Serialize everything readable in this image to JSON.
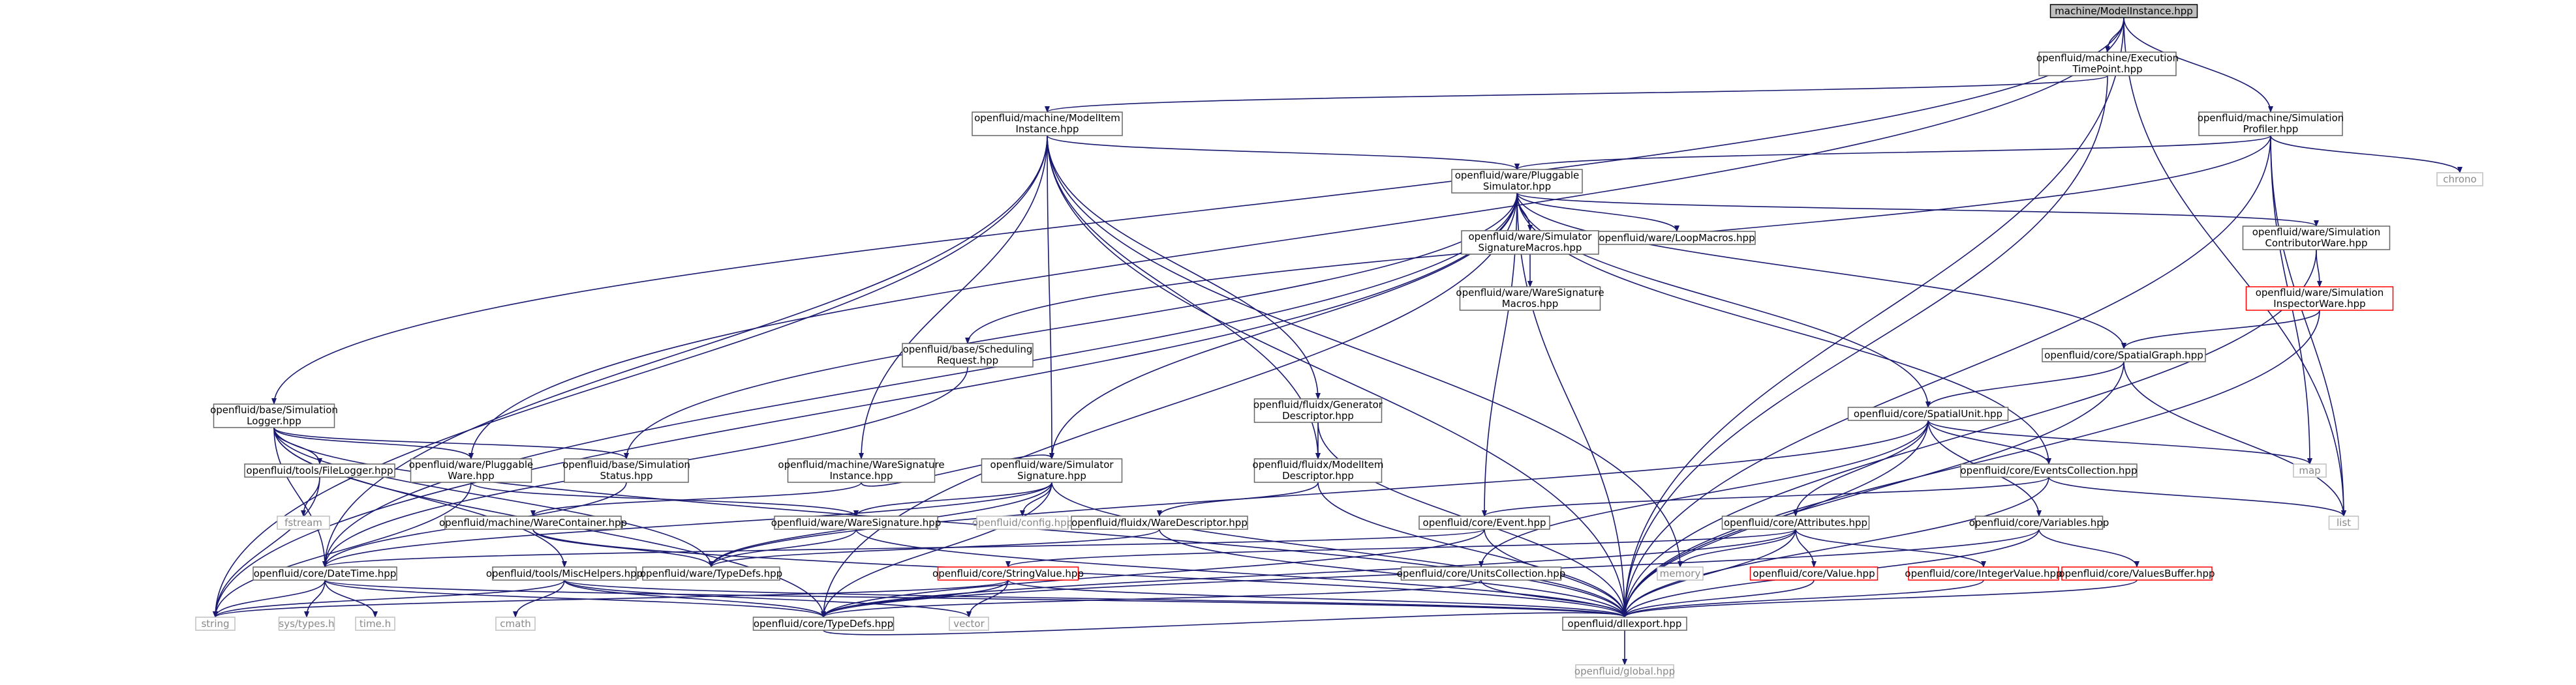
{
  "nodes": [
    {
      "id": "mi",
      "lines": [
        "machine/ModelInstance.hpp"
      ],
      "kind": "root"
    },
    {
      "id": "etp",
      "lines": [
        "openfluid/machine/Execution",
        "TimePoint.hpp"
      ],
      "kind": "normal"
    },
    {
      "id": "mimi",
      "lines": [
        "openfluid/machine/ModelItem",
        "Instance.hpp"
      ],
      "kind": "normal"
    },
    {
      "id": "msp",
      "lines": [
        "openfluid/machine/Simulation",
        "Profiler.hpp"
      ],
      "kind": "normal"
    },
    {
      "id": "chrono",
      "lines": [
        "chrono"
      ],
      "kind": "sys"
    },
    {
      "id": "wps",
      "lines": [
        "openfluid/ware/Pluggable",
        "Simulator.hpp"
      ],
      "kind": "normal"
    },
    {
      "id": "wssm",
      "lines": [
        "openfluid/ware/Simulator",
        "SignatureMacros.hpp"
      ],
      "kind": "normal"
    },
    {
      "id": "wlm",
      "lines": [
        "openfluid/ware/LoopMacros.hpp"
      ],
      "kind": "normal"
    },
    {
      "id": "wscw",
      "lines": [
        "openfluid/ware/Simulation",
        "ContributorWare.hpp"
      ],
      "kind": "normal"
    },
    {
      "id": "wwsm",
      "lines": [
        "openfluid/ware/WareSignature",
        "Macros.hpp"
      ],
      "kind": "normal"
    },
    {
      "id": "wsiw",
      "lines": [
        "openfluid/ware/Simulation",
        "InspectorWare.hpp"
      ],
      "kind": "red"
    },
    {
      "id": "bsr",
      "lines": [
        "openfluid/base/Scheduling",
        "Request.hpp"
      ],
      "kind": "normal"
    },
    {
      "id": "csg",
      "lines": [
        "openfluid/core/SpatialGraph.hpp"
      ],
      "kind": "normal"
    },
    {
      "id": "bsl",
      "lines": [
        "openfluid/base/Simulation",
        "Logger.hpp"
      ],
      "kind": "normal"
    },
    {
      "id": "fgd",
      "lines": [
        "openfluid/fluidx/Generator",
        "Descriptor.hpp"
      ],
      "kind": "normal"
    },
    {
      "id": "csu",
      "lines": [
        "openfluid/core/SpatialUnit.hpp"
      ],
      "kind": "normal"
    },
    {
      "id": "tfl",
      "lines": [
        "openfluid/tools/FileLogger.hpp"
      ],
      "kind": "normal"
    },
    {
      "id": "wpw",
      "lines": [
        "openfluid/ware/Pluggable",
        "Ware.hpp"
      ],
      "kind": "normal"
    },
    {
      "id": "bss",
      "lines": [
        "openfluid/base/Simulation",
        "Status.hpp"
      ],
      "kind": "normal"
    },
    {
      "id": "mwsi",
      "lines": [
        "openfluid/machine/WareSignature",
        "Instance.hpp"
      ],
      "kind": "normal"
    },
    {
      "id": "wss",
      "lines": [
        "openfluid/ware/Simulator",
        "Signature.hpp"
      ],
      "kind": "normal"
    },
    {
      "id": "fmid",
      "lines": [
        "openfluid/fluidx/ModelItem",
        "Descriptor.hpp"
      ],
      "kind": "normal"
    },
    {
      "id": "cec",
      "lines": [
        "openfluid/core/EventsCollection.hpp"
      ],
      "kind": "normal"
    },
    {
      "id": "map",
      "lines": [
        "map"
      ],
      "kind": "sys"
    },
    {
      "id": "list",
      "lines": [
        "list"
      ],
      "kind": "sys"
    },
    {
      "id": "fstream",
      "lines": [
        "fstream"
      ],
      "kind": "sys"
    },
    {
      "id": "mwc",
      "lines": [
        "openfluid/machine/WareContainer.hpp"
      ],
      "kind": "normal"
    },
    {
      "id": "wws",
      "lines": [
        "openfluid/ware/WareSignature.hpp"
      ],
      "kind": "normal"
    },
    {
      "id": "cfg",
      "lines": [
        "openfluid/config.hpp"
      ],
      "kind": "sys"
    },
    {
      "id": "fwd",
      "lines": [
        "openfluid/fluidx/WareDescriptor.hpp"
      ],
      "kind": "normal"
    },
    {
      "id": "cev",
      "lines": [
        "openfluid/core/Event.hpp"
      ],
      "kind": "normal"
    },
    {
      "id": "cat",
      "lines": [
        "openfluid/core/Attributes.hpp"
      ],
      "kind": "normal"
    },
    {
      "id": "cva",
      "lines": [
        "openfluid/core/Variables.hpp"
      ],
      "kind": "normal"
    },
    {
      "id": "cdt",
      "lines": [
        "openfluid/core/DateTime.hpp"
      ],
      "kind": "normal"
    },
    {
      "id": "tmh",
      "lines": [
        "openfluid/tools/MiscHelpers.hpp"
      ],
      "kind": "normal"
    },
    {
      "id": "wtd",
      "lines": [
        "openfluid/ware/TypeDefs.hpp"
      ],
      "kind": "normal"
    },
    {
      "id": "csv",
      "lines": [
        "openfluid/core/StringValue.hpp"
      ],
      "kind": "red"
    },
    {
      "id": "cuc",
      "lines": [
        "openfluid/core/UnitsCollection.hpp"
      ],
      "kind": "normal"
    },
    {
      "id": "memory",
      "lines": [
        "memory"
      ],
      "kind": "sys"
    },
    {
      "id": "cval",
      "lines": [
        "openfluid/core/Value.hpp"
      ],
      "kind": "red"
    },
    {
      "id": "civ",
      "lines": [
        "openfluid/core/IntegerValue.hpp"
      ],
      "kind": "red"
    },
    {
      "id": "cvb",
      "lines": [
        "openfluid/core/ValuesBuffer.hpp"
      ],
      "kind": "red"
    },
    {
      "id": "string",
      "lines": [
        "string"
      ],
      "kind": "sys"
    },
    {
      "id": "systypes",
      "lines": [
        "sys/types.h"
      ],
      "kind": "sys"
    },
    {
      "id": "timeh",
      "lines": [
        "time.h"
      ],
      "kind": "sys"
    },
    {
      "id": "cmath",
      "lines": [
        "cmath"
      ],
      "kind": "sys"
    },
    {
      "id": "ctd",
      "lines": [
        "openfluid/core/TypeDefs.hpp"
      ],
      "kind": "normal"
    },
    {
      "id": "vector",
      "lines": [
        "vector"
      ],
      "kind": "sys"
    },
    {
      "id": "dle",
      "lines": [
        "openfluid/dllexport.hpp"
      ],
      "kind": "normal"
    },
    {
      "id": "glob",
      "lines": [
        "openfluid/global.hpp"
      ],
      "kind": "sys"
    }
  ],
  "edges": [
    [
      "mi",
      "etp"
    ],
    [
      "mi",
      "msp"
    ],
    [
      "mi",
      "bsl"
    ],
    [
      "mi",
      "wpw"
    ],
    [
      "mi",
      "list"
    ],
    [
      "mi",
      "dle"
    ],
    [
      "etp",
      "mimi"
    ],
    [
      "etp",
      "dle"
    ],
    [
      "msp",
      "wps"
    ],
    [
      "msp",
      "bsr"
    ],
    [
      "msp",
      "chrono"
    ],
    [
      "msp",
      "map"
    ],
    [
      "msp",
      "list"
    ],
    [
      "msp",
      "dle"
    ],
    [
      "mimi",
      "wps"
    ],
    [
      "mimi",
      "mwsi"
    ],
    [
      "mimi",
      "wss"
    ],
    [
      "mimi",
      "fgd"
    ],
    [
      "mimi",
      "fmid"
    ],
    [
      "mimi",
      "memory"
    ],
    [
      "mimi",
      "string"
    ],
    [
      "mimi",
      "cdt"
    ],
    [
      "mimi",
      "dle"
    ],
    [
      "wps",
      "wssm"
    ],
    [
      "wps",
      "wlm"
    ],
    [
      "wps",
      "wscw"
    ],
    [
      "wps",
      "csg"
    ],
    [
      "wps",
      "csu"
    ],
    [
      "wps",
      "cec"
    ],
    [
      "wps",
      "cev"
    ],
    [
      "wps",
      "wss"
    ],
    [
      "wps",
      "bss"
    ],
    [
      "wps",
      "cdt"
    ],
    [
      "wps",
      "string"
    ],
    [
      "wps",
      "ctd"
    ],
    [
      "wps",
      "dle"
    ],
    [
      "wssm",
      "wwsm"
    ],
    [
      "wscw",
      "wsiw"
    ],
    [
      "wscw",
      "dle"
    ],
    [
      "wsiw",
      "csg"
    ],
    [
      "wsiw",
      "dle"
    ],
    [
      "csg",
      "csu"
    ],
    [
      "csg",
      "list"
    ],
    [
      "csg",
      "dle"
    ],
    [
      "bsr",
      "cdt"
    ],
    [
      "bsl",
      "tfl"
    ],
    [
      "bsl",
      "wpw"
    ],
    [
      "bsl",
      "bss"
    ],
    [
      "bsl",
      "cdt"
    ],
    [
      "bsl",
      "tmh"
    ],
    [
      "bsl",
      "wtd"
    ],
    [
      "bsl",
      "ctd"
    ],
    [
      "bsl",
      "dle"
    ],
    [
      "tfl",
      "fstream"
    ],
    [
      "tfl",
      "string"
    ],
    [
      "wpw",
      "wws"
    ],
    [
      "wpw",
      "string"
    ],
    [
      "bss",
      "cdt"
    ],
    [
      "fgd",
      "fmid"
    ],
    [
      "fgd",
      "dle"
    ],
    [
      "fmid",
      "fwd"
    ],
    [
      "fmid",
      "dle"
    ],
    [
      "csu",
      "cec"
    ],
    [
      "csu",
      "cat"
    ],
    [
      "csu",
      "cva"
    ],
    [
      "csu",
      "cuc"
    ],
    [
      "csu",
      "map"
    ],
    [
      "csu",
      "wtd"
    ],
    [
      "csu",
      "dle"
    ],
    [
      "cec",
      "cev"
    ],
    [
      "cec",
      "list"
    ],
    [
      "cec",
      "dle"
    ],
    [
      "mwsi",
      "mwc"
    ],
    [
      "mwsi",
      "wss"
    ],
    [
      "mwc",
      "wtd"
    ],
    [
      "mwc",
      "dle"
    ],
    [
      "wss",
      "wws"
    ],
    [
      "wss",
      "cfg"
    ],
    [
      "wss",
      "wtd"
    ],
    [
      "wss",
      "cdt"
    ],
    [
      "wss",
      "ctd"
    ],
    [
      "wss",
      "dle"
    ],
    [
      "wws",
      "wtd"
    ],
    [
      "wws",
      "dle"
    ],
    [
      "fwd",
      "wtd"
    ],
    [
      "fwd",
      "dle"
    ],
    [
      "cev",
      "cdt"
    ],
    [
      "cev",
      "ctd"
    ],
    [
      "cev",
      "dle"
    ],
    [
      "cat",
      "csv"
    ],
    [
      "cat",
      "memory"
    ],
    [
      "cat",
      "cval"
    ],
    [
      "cat",
      "civ"
    ],
    [
      "cat",
      "ctd"
    ],
    [
      "cat",
      "dle"
    ],
    [
      "cva",
      "cvb"
    ],
    [
      "cva",
      "ctd"
    ],
    [
      "cva",
      "dle"
    ],
    [
      "cdt",
      "string"
    ],
    [
      "cdt",
      "systypes"
    ],
    [
      "cdt",
      "timeh"
    ],
    [
      "cdt",
      "ctd"
    ],
    [
      "cdt",
      "dle"
    ],
    [
      "tmh",
      "string"
    ],
    [
      "tmh",
      "cmath"
    ],
    [
      "tmh",
      "ctd"
    ],
    [
      "tmh",
      "vector"
    ],
    [
      "tmh",
      "dle"
    ],
    [
      "csv",
      "string"
    ],
    [
      "csv",
      "vector"
    ],
    [
      "csv",
      "ctd"
    ],
    [
      "csv",
      "dle"
    ],
    [
      "cuc",
      "ctd"
    ],
    [
      "cuc",
      "dle"
    ],
    [
      "cval",
      "dle"
    ],
    [
      "civ",
      "dle"
    ],
    [
      "cvb",
      "dle"
    ],
    [
      "ctd",
      "dle"
    ],
    [
      "dle",
      "glob"
    ]
  ]
}
